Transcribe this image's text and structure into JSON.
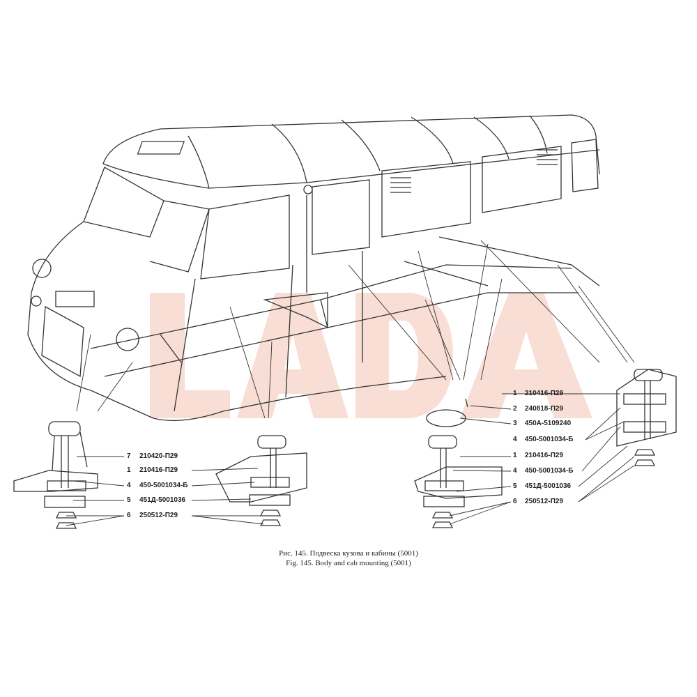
{
  "watermark": "LADA",
  "caption": {
    "ru": "Рис. 145. Подвеска кузова и кабины (5001)",
    "en": "Fig. 145. Body and cab mounting (5001)"
  },
  "left_callouts": [
    {
      "num": "7",
      "part": "210420-П29"
    },
    {
      "num": "1",
      "part": "210416-П29"
    },
    {
      "num": "4",
      "part": "450-5001034-Б"
    },
    {
      "num": "5",
      "part": "451Д-5001036"
    },
    {
      "num": "6",
      "part": "250512-П29"
    }
  ],
  "right_callouts": [
    {
      "num": "1",
      "part": "210416-П29"
    },
    {
      "num": "2",
      "part": "240818-П29"
    },
    {
      "num": "3",
      "part": "450А-5109240"
    },
    {
      "num": "4",
      "part": "450-5001034-Б"
    },
    {
      "num": "1",
      "part": "210416-П29"
    },
    {
      "num": "4",
      "part": "450-5001034-Б"
    },
    {
      "num": "5",
      "part": "451Д-5001036"
    },
    {
      "num": "6",
      "part": "250512-П29"
    }
  ]
}
